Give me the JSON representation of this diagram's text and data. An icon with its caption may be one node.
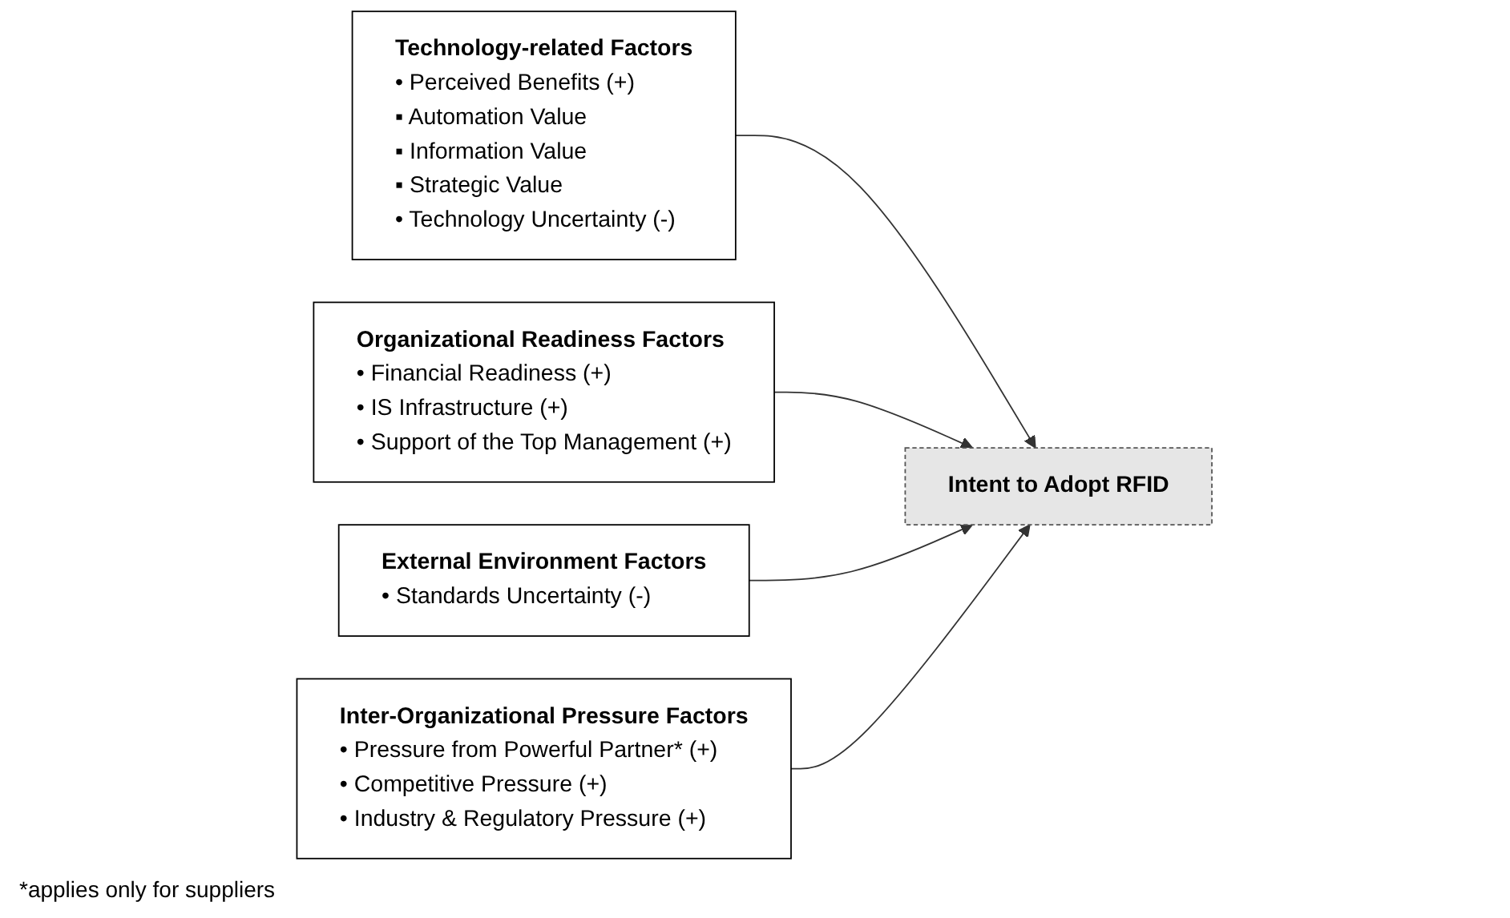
{
  "diagram": {
    "nodes": [
      {
        "text": [
          "Technology-related Factors",
          "• Perceived Benefits (+)",
          "▪ Automation Value",
          "▪ Information Value",
          "▪ Strategic Value",
          "• Technology Uncertainty (-)"
        ]
      },
      {
        "text": [
          "Organizational Readiness Factors",
          "• Financial Readiness (+)",
          "• IS Infrastructure  (+)",
          "• Support of the Top Management (+)"
        ]
      },
      {
        "text": [
          "Intent to Adopt RFID"
        ]
      },
      {
        "text": [
          "Inter-Organizational Pressure Factors",
          "• Pressure from Powerful Partner* (+)",
          "• Competitive Pressure  (+)",
          "• Industry & Regulatory Pressure (+)"
        ]
      },
      {
        "text": [
          "External Environment Factors",
          "• Standards Uncertainty (-)"
        ]
      }
    ],
    "edges": [
      {
        "from": 0,
        "to": 2,
        "arrow": "to"
      },
      {
        "from": 1,
        "to": 2,
        "arrow": "to"
      },
      {
        "from": 4,
        "to": 2,
        "arrow": "to"
      },
      {
        "from": 3,
        "to": 2,
        "arrow": "to"
      }
    ],
    "labels": [
      "*applies only for suppliers"
    ]
  }
}
